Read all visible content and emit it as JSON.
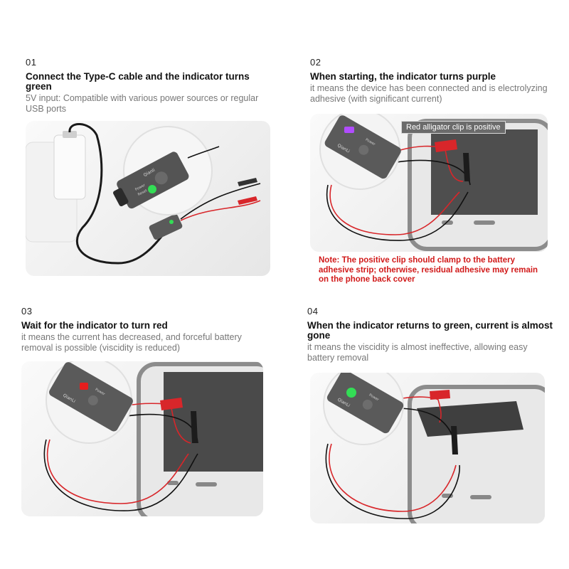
{
  "steps": [
    {
      "number": "01",
      "title": "Connect the Type-C cable and the indicator turns green",
      "description": "5V input: Compatible with various power sources or regular USB ports"
    },
    {
      "number": "02",
      "title": "When starting, the indicator turns purple",
      "description": "it means the device has been connected and is electrolyzing adhesive (with significant current)",
      "callout": "Red alligator clip is positive",
      "note": "Note: The positive clip should clamp to the battery adhesive strip; otherwise, residual adhesive may remain on the phone back cover"
    },
    {
      "number": "03",
      "title": "Wait for the indicator to turn red",
      "description": "it means the current has decreased, and forceful battery removal is possible (viscidity is reduced)"
    },
    {
      "number": "04",
      "title": "When the indicator returns to green, current is almost gone",
      "description": "it means the viscidity is almost ineffective, allowing easy battery removal"
    }
  ],
  "device": {
    "brand": "QianLi"
  },
  "colors": {
    "indicator_green": "#33dd55",
    "indicator_purple": "#b04cff",
    "indicator_red": "#e61e1e",
    "note_red": "#d11a1a",
    "wire_red": "#d8262a",
    "wire_black": "#111111"
  }
}
